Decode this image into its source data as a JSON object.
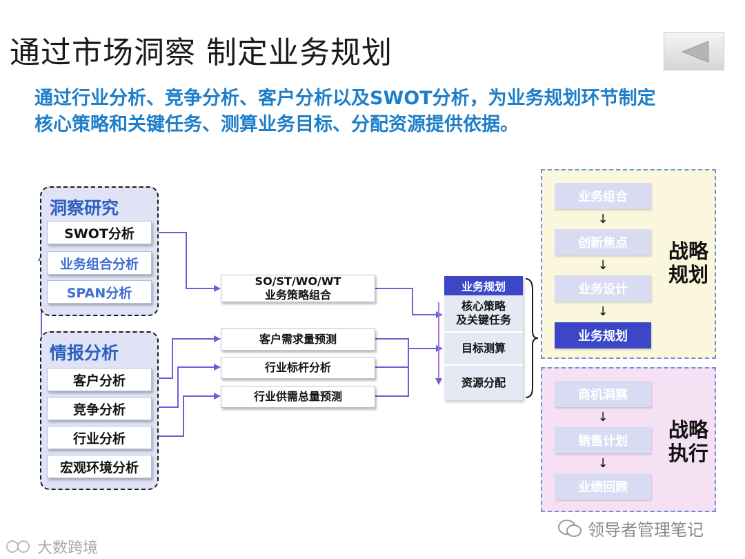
{
  "title": "通过市场洞察 制定业务规划",
  "subtitle": {
    "line1": "通过行业分析、竞争分析、客户分析以及SWOT分析，为业务规划环节制定",
    "line2": "核心策略和关键任务、测算业务目标、分配资源提供依据。"
  },
  "insight_group": {
    "title": "洞察研究",
    "items": [
      "SWOT分析",
      "业务组合分析",
      "SPAN分析"
    ]
  },
  "intel_group": {
    "title": "情报分析",
    "items": [
      "客户分析",
      "竞争分析",
      "行业分析",
      "宏观环境分析"
    ]
  },
  "middle": {
    "strategy_combo": [
      "SO/ST/WO/WT",
      "业务策略组合"
    ],
    "forecasts": [
      "客户需求量预测",
      "行业标杆分析",
      "行业供需总量预测"
    ]
  },
  "business_plan_stack": {
    "header": "业务规划",
    "items": [
      "核心策略\n及关键任务",
      "目标测算",
      "资源分配"
    ]
  },
  "strategy_planning": {
    "label_line1": "战略",
    "label_line2": "规划",
    "steps": [
      "业务组合",
      "创新焦点",
      "业务设计",
      "业务规划"
    ]
  },
  "strategy_execution": {
    "label_line1": "战略",
    "label_line2": "执行",
    "steps": [
      "商机洞察",
      "销售计划",
      "业绩回顾"
    ]
  },
  "arrow_glyph": "↓",
  "watermarks": {
    "left": "大数跨境",
    "right": "领导者管理笔记"
  },
  "colors": {
    "accent_blue": "#1d7ec9",
    "connector_purple": "#6b5fd6",
    "highlight": "#3c47c8"
  }
}
